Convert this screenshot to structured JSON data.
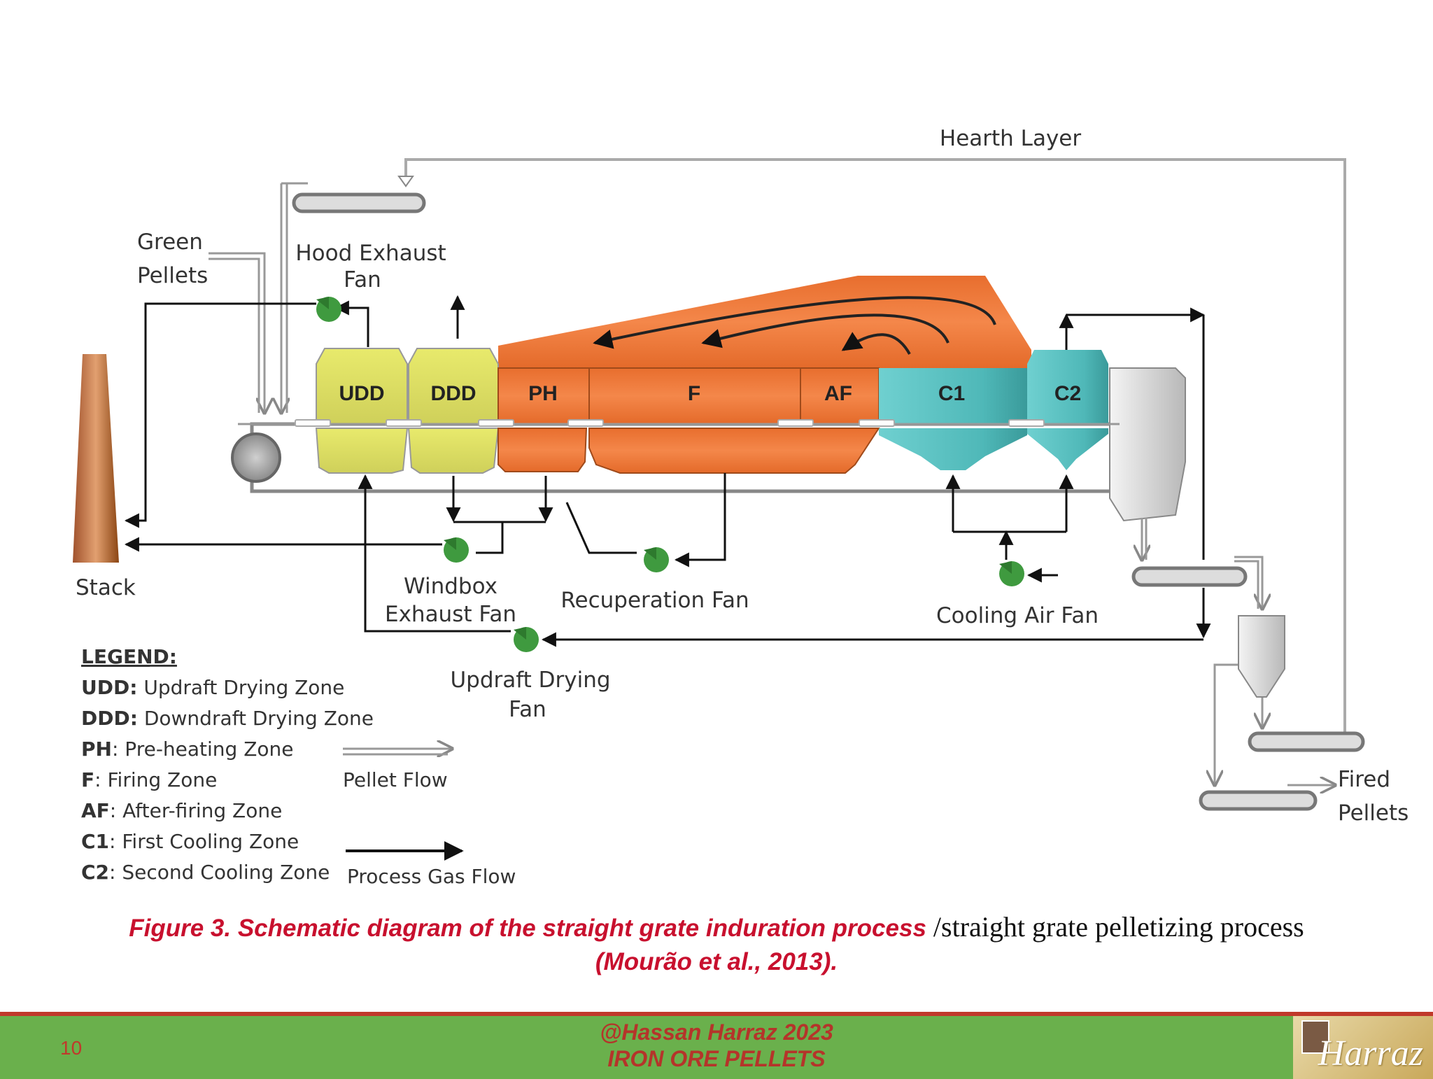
{
  "diagram": {
    "labels": {
      "hearth_layer": "Hearth Layer",
      "green_pellets_1": "Green",
      "green_pellets_2": "Pellets",
      "hood_exhaust_fan_1": "Hood Exhaust",
      "hood_exhaust_fan_2": "Fan",
      "stack": "Stack",
      "windbox_exhaust_fan_1": "Windbox",
      "windbox_exhaust_fan_2": "Exhaust Fan",
      "recuperation_fan": "Recuperation Fan",
      "cooling_air_fan": "Cooling Air Fan",
      "updraft_drying_fan_1": "Updraft Drying",
      "updraft_drying_fan_2": "Fan",
      "fired_pellets_1": "Fired",
      "fired_pellets_2": "Pellets"
    },
    "zones": [
      {
        "id": "udd",
        "label": "UDD",
        "color": "#e3e46a"
      },
      {
        "id": "ddd",
        "label": "DDD",
        "color": "#e3e46a"
      },
      {
        "id": "ph",
        "label": "PH",
        "color": "#f07a38"
      },
      {
        "id": "f",
        "label": "F",
        "color": "#f07a38"
      },
      {
        "id": "af",
        "label": "AF",
        "color": "#f07a38"
      },
      {
        "id": "c1",
        "label": "C1",
        "color": "#5fc4c4"
      },
      {
        "id": "c2",
        "label": "C2",
        "color": "#5fc4c4"
      }
    ],
    "legend": {
      "title": "LEGEND:",
      "items": [
        {
          "abbr": "UDD:",
          "text": " Updraft Drying Zone"
        },
        {
          "abbr": "DDD:",
          "text": " Downdraft Drying Zone"
        },
        {
          "abbr": "PH",
          "text": ": Pre-heating Zone"
        },
        {
          "abbr": "F",
          "text": ": Firing Zone"
        },
        {
          "abbr": "AF",
          "text": ": After-firing Zone"
        },
        {
          "abbr": "C1",
          "text": ": First Cooling Zone"
        },
        {
          "abbr": "C2",
          "text": ": Second Cooling Zone"
        }
      ],
      "pellet_flow": "Pellet Flow",
      "process_gas_flow": "Process Gas Flow"
    }
  },
  "caption": {
    "red_part": "Figure 3. Schematic diagram of the straight grate induration process",
    "black_part": " /straight grate pelletizing process",
    "citation": "(Mourão et al., 2013)."
  },
  "footer": {
    "slide_number": "10",
    "line1": "@Hassan Harraz 2023",
    "line2": "IRON ORE PELLETS",
    "logo_text": "Harraz"
  }
}
